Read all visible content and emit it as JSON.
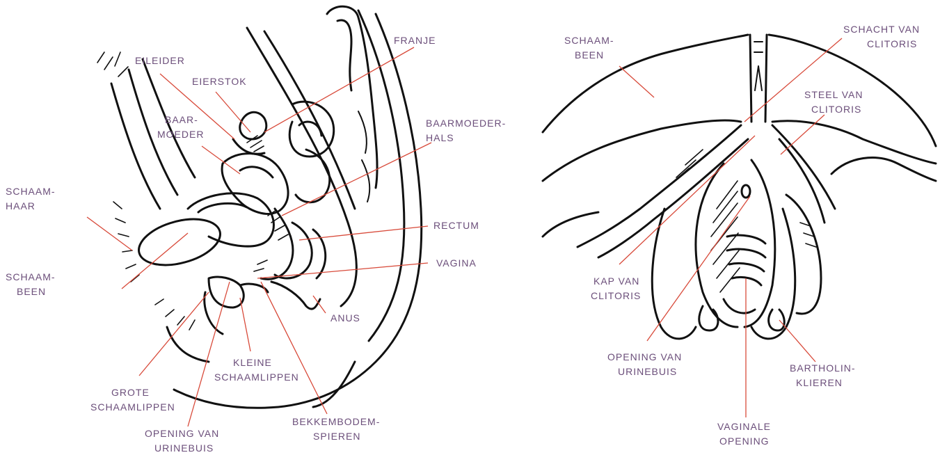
{
  "colors": {
    "label": "#6b4e7a",
    "leader": "#d84a3a",
    "ink": "#111111",
    "background": "#ffffff"
  },
  "left_diagram": {
    "labels": {
      "franje": "FRANJE",
      "eileider": "EILEIDER",
      "eierstok": "EIERSTOK",
      "baarmoeder_1": "BAAR-",
      "baarmoeder_2": "MOEDER",
      "baarmoederhals_1": "BAARMOEDER-",
      "baarmoederhals_2": "HALS",
      "schaamhaar_1": "SCHAAM-",
      "schaamhaar_2": "HAAR",
      "rectum": "RECTUM",
      "vagina": "VAGINA",
      "schaambeen_1": "SCHAAM-",
      "schaambeen_2": "BEEN",
      "anus": "ANUS",
      "kleine_1": "KLEINE",
      "kleine_2": "SCHAAMLIPPEN",
      "grote_1": "GROTE",
      "grote_2": "SCHAAMLIPPEN",
      "bekken_1": "BEKKEMBODEM-",
      "bekken_2": "SPIEREN",
      "opening_1": "OPENING VAN",
      "opening_2": "URINEBUIS"
    }
  },
  "right_diagram": {
    "labels": {
      "schaambeen_1": "SCHAAM-",
      "schaambeen_2": "BEEN",
      "schacht_1": "SCHACHT VAN",
      "schacht_2": "CLITORIS",
      "steel_1": "STEEL VAN",
      "steel_2": "CLITORIS",
      "kap_1": "KAP VAN",
      "kap_2": "CLITORIS",
      "opening_1": "OPENING VAN",
      "opening_2": "URINEBUIS",
      "bartholin_1": "BARTHOLIN-",
      "bartholin_2": "KLIEREN",
      "vaginale_1": "VAGINALE",
      "vaginale_2": "OPENING"
    }
  }
}
